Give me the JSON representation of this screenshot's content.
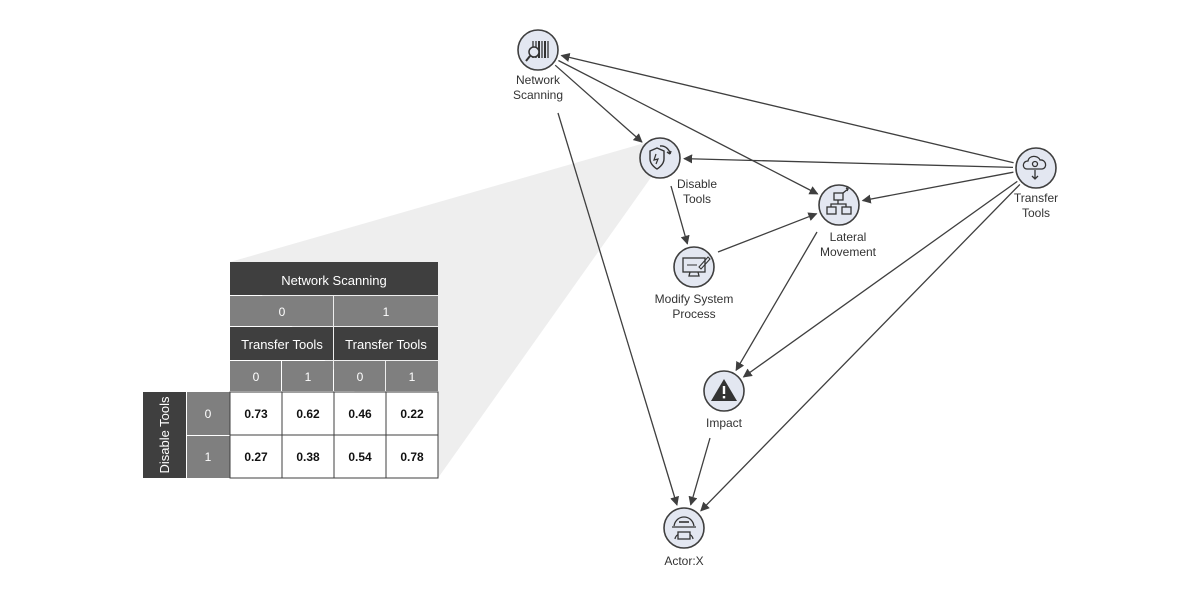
{
  "colors": {
    "node_fill": "#e3e7f1",
    "node_stroke": "#3f3f3f",
    "edge": "#3f3f3f",
    "header_dark": "#3f3f3f",
    "header_mid": "#7f7f7f",
    "header_light": "#a6a6a6",
    "shadow": "#eeeeee"
  },
  "nodes": [
    {
      "id": "network-scanning",
      "label_lines": [
        "Network",
        "Scanning"
      ],
      "icon": "barcode-search-icon"
    },
    {
      "id": "disable-tools",
      "label_lines": [
        "Disable",
        "Tools"
      ],
      "icon": "shield-refresh-icon"
    },
    {
      "id": "transfer-tools",
      "label_lines": [
        "Transfer",
        "Tools"
      ],
      "icon": "cloud-download-icon"
    },
    {
      "id": "lateral-movement",
      "label_lines": [
        "Lateral",
        "Movement"
      ],
      "icon": "network-icon"
    },
    {
      "id": "modify-system-process",
      "label_lines": [
        "Modify System",
        "Process"
      ],
      "icon": "monitor-edit-icon"
    },
    {
      "id": "impact",
      "label_lines": [
        "Impact"
      ],
      "icon": "warning-icon"
    },
    {
      "id": "actor-x",
      "label_lines": [
        "Actor:X"
      ],
      "icon": "hacker-icon"
    }
  ],
  "edges": [
    {
      "from": "network-scanning",
      "to": "disable-tools"
    },
    {
      "from": "network-scanning",
      "to": "lateral-movement"
    },
    {
      "from": "network-scanning",
      "to": "actor-x"
    },
    {
      "from": "transfer-tools",
      "to": "network-scanning"
    },
    {
      "from": "transfer-tools",
      "to": "disable-tools"
    },
    {
      "from": "transfer-tools",
      "to": "lateral-movement"
    },
    {
      "from": "transfer-tools",
      "to": "impact"
    },
    {
      "from": "transfer-tools",
      "to": "actor-x"
    },
    {
      "from": "disable-tools",
      "to": "modify-system-process"
    },
    {
      "from": "modify-system-process",
      "to": "lateral-movement"
    },
    {
      "from": "lateral-movement",
      "to": "impact"
    },
    {
      "from": "impact",
      "to": "actor-x"
    }
  ],
  "cpt": {
    "top_header": "Network Scanning",
    "top_values": [
      "0",
      "1"
    ],
    "sub_header": "Transfer Tools",
    "sub_values": [
      "0",
      "1",
      "0",
      "1"
    ],
    "row_header": "Disable Tools",
    "row_values": [
      "0",
      "1"
    ],
    "cells": [
      [
        "0.73",
        "0.62",
        "0.46",
        "0.22"
      ],
      [
        "0.27",
        "0.38",
        "0.54",
        "0.78"
      ]
    ]
  }
}
